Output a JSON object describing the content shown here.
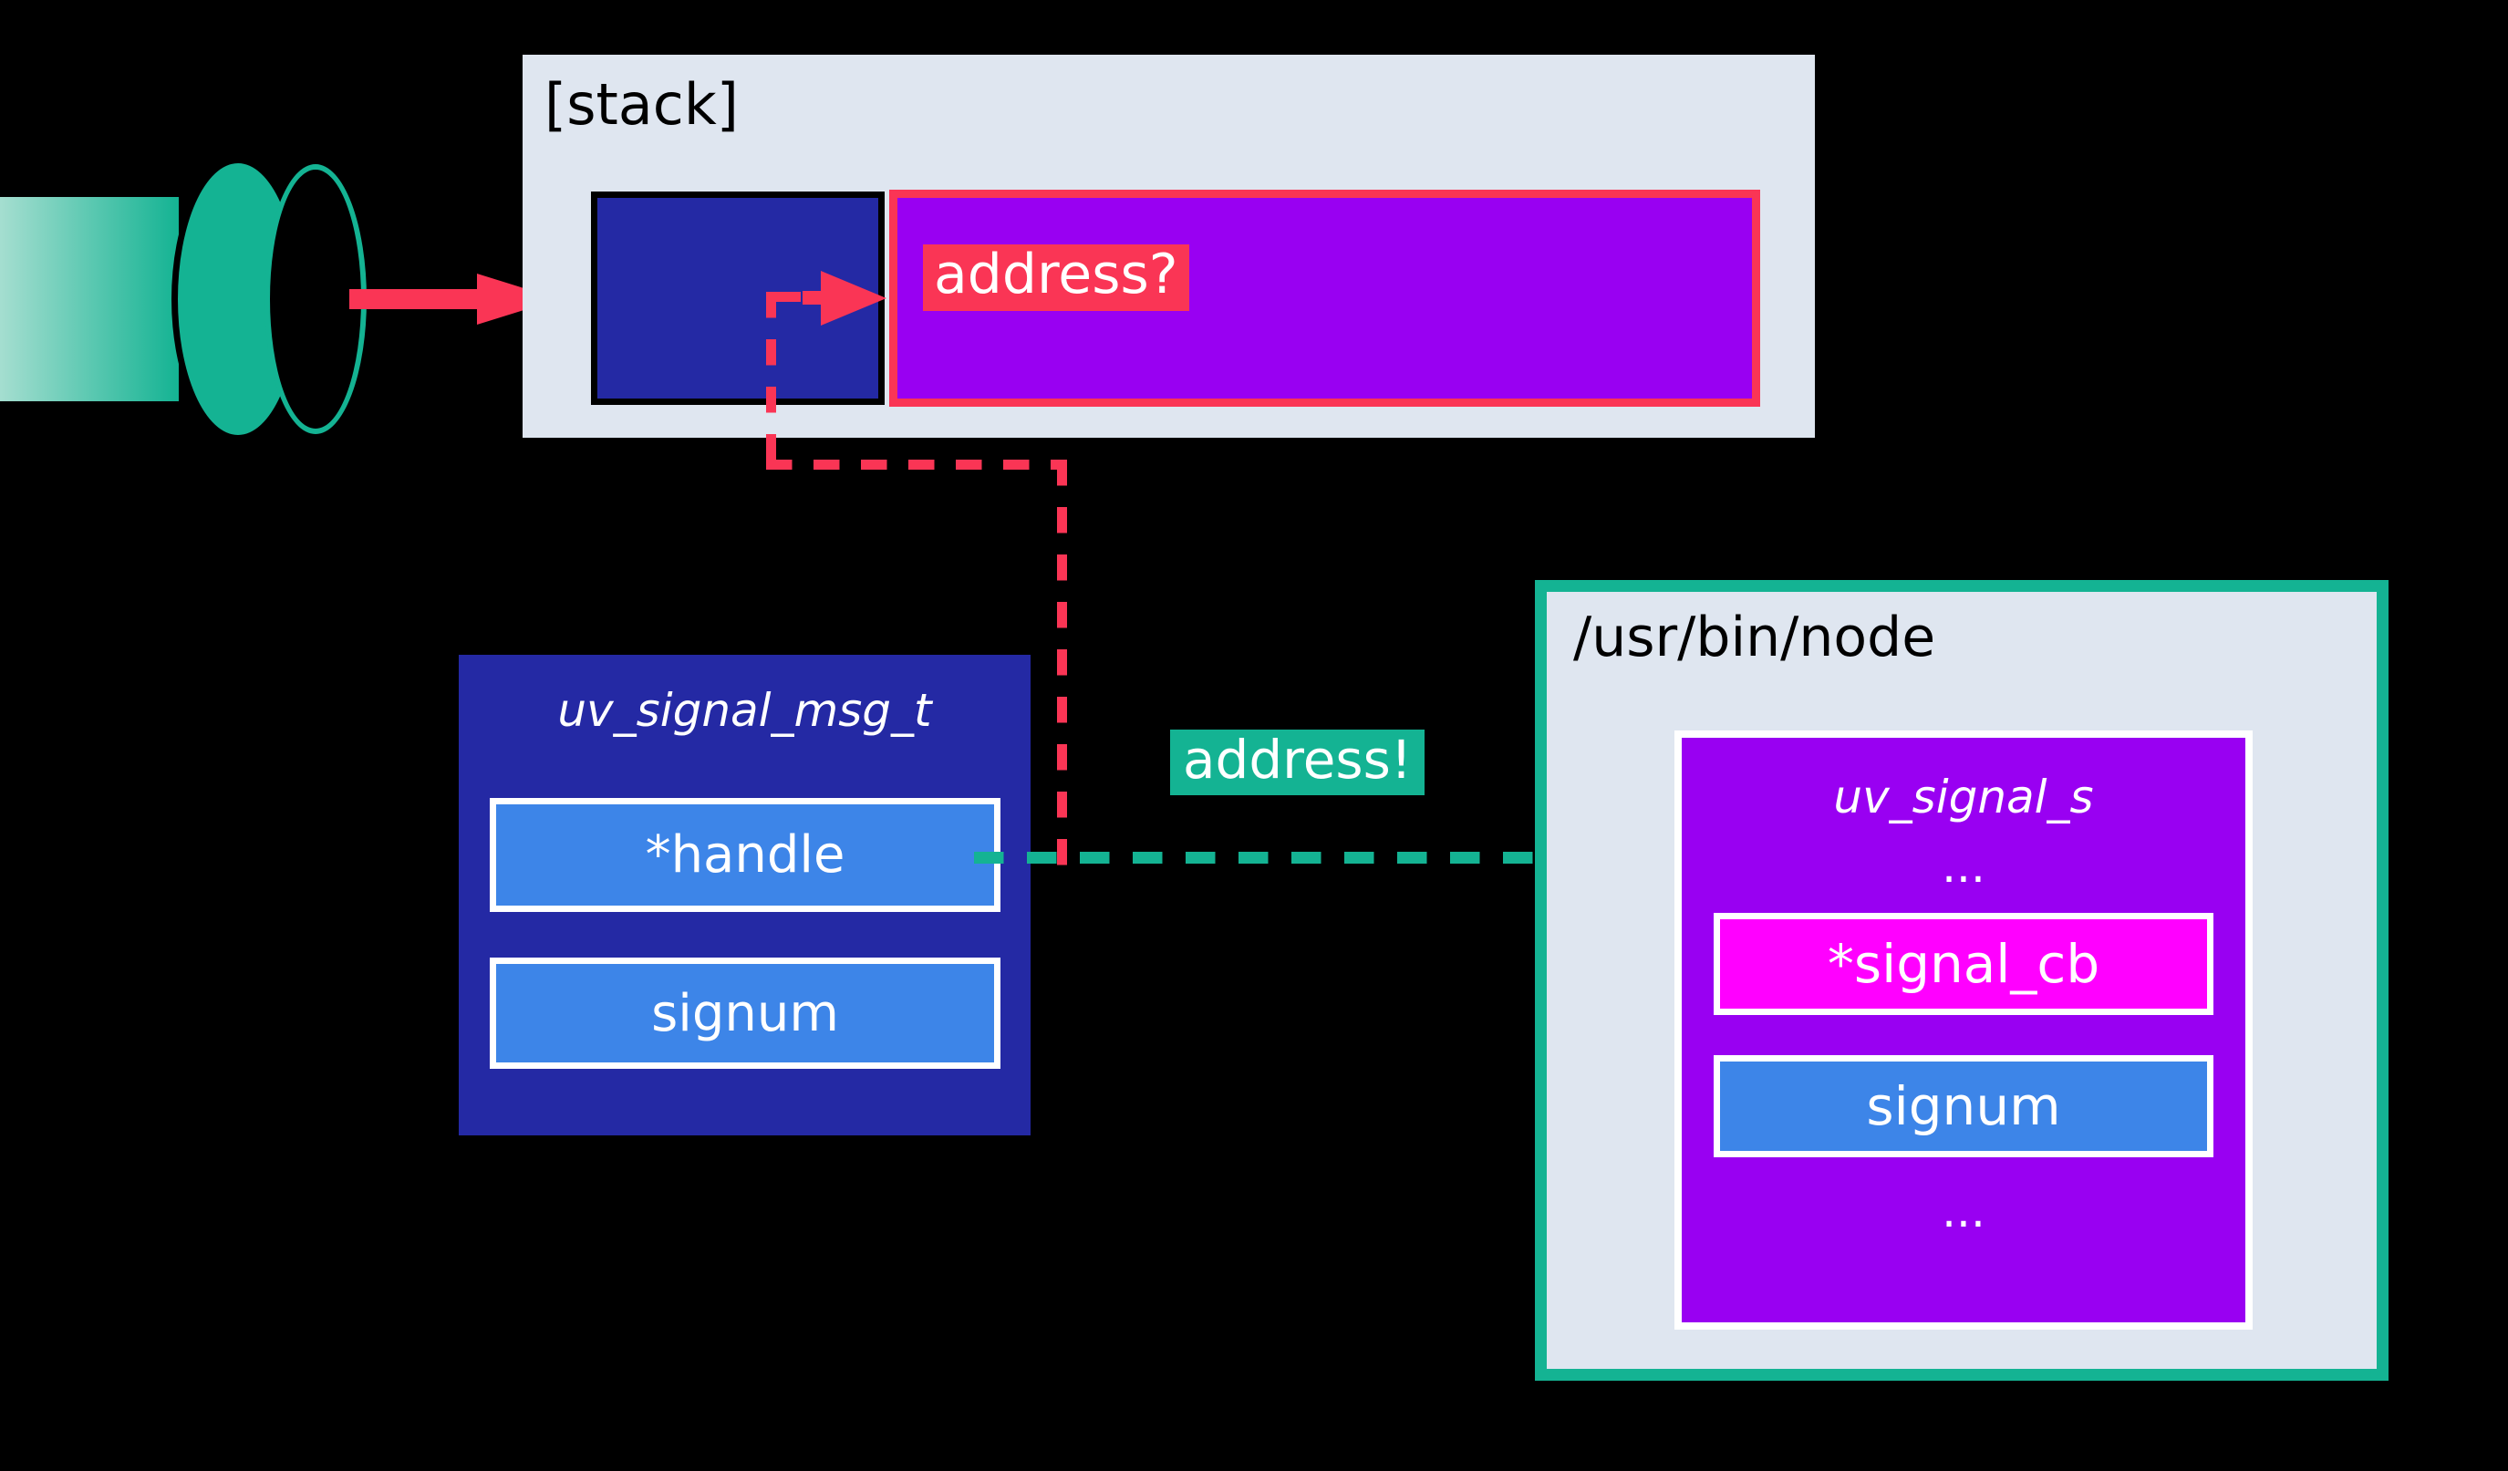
{
  "diagram": {
    "title_stack": "[stack]",
    "title_node": "/usr/bin/node",
    "labels": {
      "address_unknown": "address?",
      "address_known": "address!"
    },
    "structs": {
      "msg": {
        "name": "uv_signal_msg_t",
        "fields": [
          {
            "label": "*handle"
          },
          {
            "label": "signum"
          }
        ]
      },
      "signal": {
        "name": "uv_signal_s",
        "ellipsis_top": "...",
        "ellipsis_bottom": "...",
        "fields": [
          {
            "label": "*signal_cb"
          },
          {
            "label": "signum"
          }
        ]
      }
    },
    "icons": {
      "cylinder": "cylinder-icon",
      "solid_arrow": "red-arrow-icon",
      "red_pointer": "red-dashed-pointer-icon",
      "green_pointer": "green-dashed-pointer-icon"
    },
    "colors": {
      "background": "#000000",
      "panel": "#dfe6f0",
      "red": "#fa3555",
      "teal": "#14b393",
      "purple": "#9900f2",
      "magenta": "#ff00ff",
      "dark_blue": "#2429a4",
      "light_blue": "#3d85e8",
      "white": "#ffffff"
    }
  }
}
